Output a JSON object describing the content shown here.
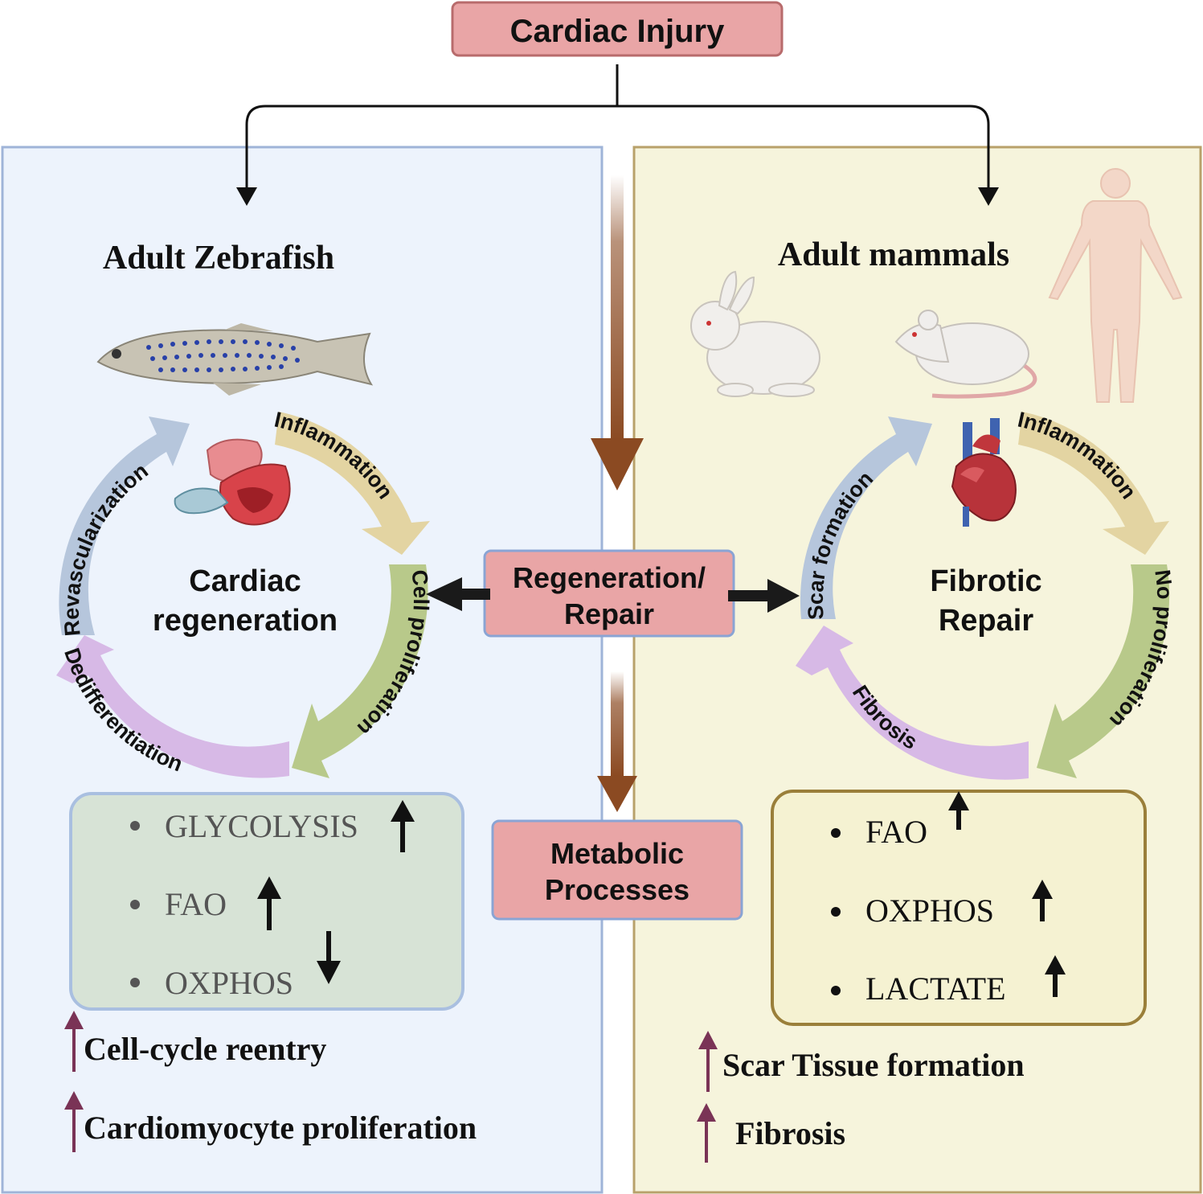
{
  "top": {
    "title": "Cardiac Injury"
  },
  "center": {
    "regen_line1": "Regeneration/",
    "regen_line2": "Repair",
    "meta_line1": "Metabolic",
    "meta_line2": "Processes"
  },
  "left": {
    "title": "Adult Zebrafish",
    "center_line1": "Cardiac",
    "center_line2": "regeneration",
    "cycle": {
      "inflammation": "Inflammation",
      "proliferation": "Cell proliferation",
      "dedifferentiation": "Dedifferentiation",
      "revascularization": "Revascularization"
    },
    "metabolism": [
      {
        "label": "GLYCOLYSIS",
        "direction": "up"
      },
      {
        "label": "FAO",
        "direction": "up"
      },
      {
        "label": "OXPHOS",
        "direction": "down"
      }
    ],
    "outcomes": [
      "Cell-cycle reentry",
      "Cardiomyocyte proliferation"
    ]
  },
  "right": {
    "title": "Adult mammals",
    "center_line1": "Fibrotic",
    "center_line2": "Repair",
    "cycle": {
      "inflammation": "Inflammation",
      "no_proliferation": "No proliferation",
      "fibrosis": "Fibrosis",
      "scar": "Scar formation"
    },
    "metabolism": [
      {
        "label": "FAO",
        "direction": "up"
      },
      {
        "label": "OXPHOS",
        "direction": "up"
      },
      {
        "label": "LACTATE",
        "direction": "up"
      }
    ],
    "outcomes": [
      "Scar Tissue formation",
      "Fibrosis"
    ]
  },
  "colors": {
    "left_panel": "#edf3fc",
    "left_border": "#9fb4d8",
    "right_panel": "#f6f4dc",
    "right_border": "#b8a16a",
    "box_fill": "#e9a5a6",
    "inflammation": "#e3d4a2",
    "proliferation": "#b8c98a",
    "dedifferentiation": "#d7b9e6",
    "revascularization": "#b6c6dc",
    "brown_arrow": "#8b4a22",
    "outcome_arrow": "#7a3356"
  }
}
